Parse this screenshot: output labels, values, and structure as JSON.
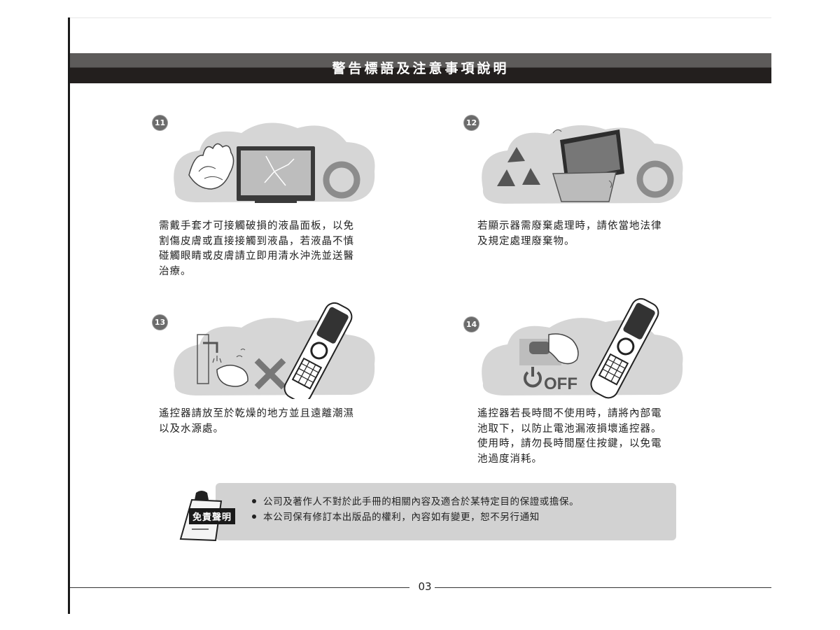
{
  "header": {
    "title": "警告標語及注意事項說明"
  },
  "items": [
    {
      "number": "11",
      "caption_lines": [
        "需戴手套才可接觸破損的液晶面板，以免",
        "割傷皮膚或直接接觸到液晶，若液晶不慎",
        "碰觸眼睛或皮膚請立即用清水沖洗並送醫",
        "治療。"
      ],
      "icons": [
        "gloves-icon",
        "cracked-screen-icon",
        "ok-circle-icon"
      ]
    },
    {
      "number": "12",
      "caption_lines": [
        "若顯示器需廢棄處理時，請依當地法律",
        "及規定處理廢棄物。"
      ],
      "icons": [
        "recycle-icon",
        "tv-in-bin-icon",
        "ok-circle-icon"
      ]
    },
    {
      "number": "13",
      "caption_lines": [
        "遙控器請放至於乾燥的地方並且遠離潮濕",
        "以及水源處。"
      ],
      "icons": [
        "faucet-hands-icon",
        "cross-mark-icon",
        "remote-control-icon"
      ]
    },
    {
      "number": "14",
      "caption_lines": [
        "遙控器若長時間不使用時，請將內部電",
        "池取下，以防止電池漏液損壞遙控器。",
        "使用時，請勿長時間壓住按鍵，以免電",
        "池過度消耗。"
      ],
      "icons": [
        "battery-hand-icon",
        "power-off-icon",
        "remote-control-icon"
      ],
      "off_label": "OFF"
    }
  ],
  "disclaimer": {
    "label": "免責聲明",
    "lines": [
      "公司及著作人不對於此手冊的相關內容及適合於某特定目的保證或擔保。",
      "本公司保有修訂本出版品的權利，內容如有變更，恕不另行通知"
    ]
  },
  "footer": {
    "page_number": "03"
  }
}
